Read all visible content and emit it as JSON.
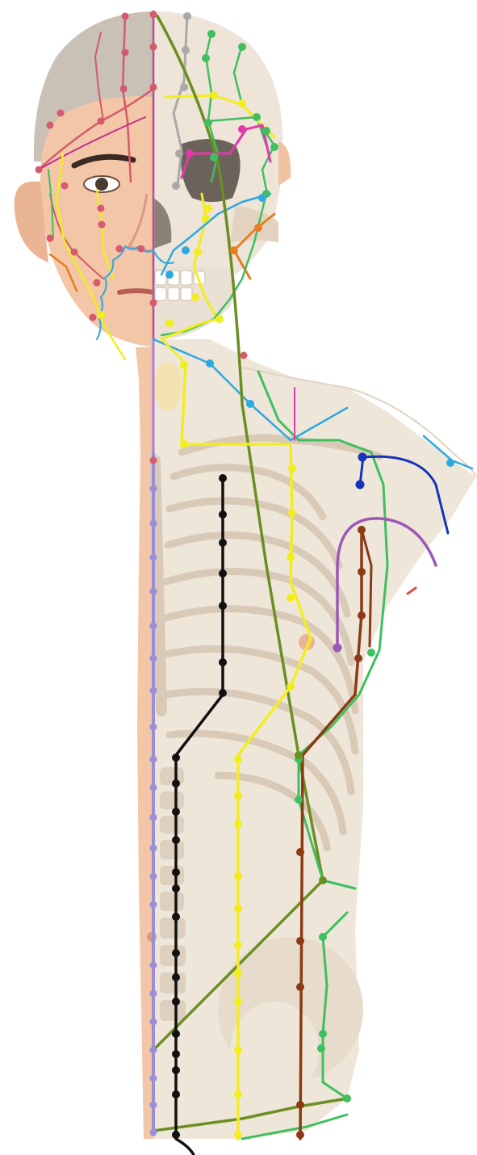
{
  "figure": {
    "description_visible_text": "",
    "colors": {
      "background": "#ffffff",
      "skin": "#f2c6a6",
      "skin_shadow": "#e6ad8c",
      "hair": "#c9c0b6",
      "bone": "#ece2d6",
      "bone_shadow": "#d8c9b7",
      "midline": "#9b8fd6",
      "meridian_red": "#d45a6e",
      "meridian_gray": "#a9a9a9",
      "meridian_green": "#3fbf5f",
      "meridian_olive": "#6b8e23",
      "meridian_yellow": "#f2ee1e",
      "meridian_blue": "#2fa8e0",
      "meridian_navy": "#1733b8",
      "meridian_purple": "#9b59b6",
      "meridian_magenta": "#e23aa8",
      "meridian_orange": "#e67e22",
      "meridian_brown": "#8b3a14",
      "meridian_black": "#111111"
    },
    "meridians": [
      {
        "id": "ren-midline",
        "color_key": "midline"
      },
      {
        "id": "stomach",
        "color_key": "meridian_yellow"
      },
      {
        "id": "kidney",
        "color_key": "meridian_black"
      },
      {
        "id": "spleen",
        "color_key": "meridian_brown"
      },
      {
        "id": "gallbladder",
        "color_key": "meridian_green"
      },
      {
        "id": "liver",
        "color_key": "meridian_olive"
      },
      {
        "id": "lung",
        "color_key": "meridian_navy"
      },
      {
        "id": "pericardium",
        "color_key": "meridian_purple"
      },
      {
        "id": "large-intestine",
        "color_key": "meridian_blue"
      },
      {
        "id": "bladder",
        "color_key": "meridian_red"
      },
      {
        "id": "triple-burner",
        "color_key": "meridian_gray"
      },
      {
        "id": "small-intestine",
        "color_key": "meridian_magenta"
      },
      {
        "id": "heart",
        "color_key": "meridian_orange"
      }
    ]
  }
}
